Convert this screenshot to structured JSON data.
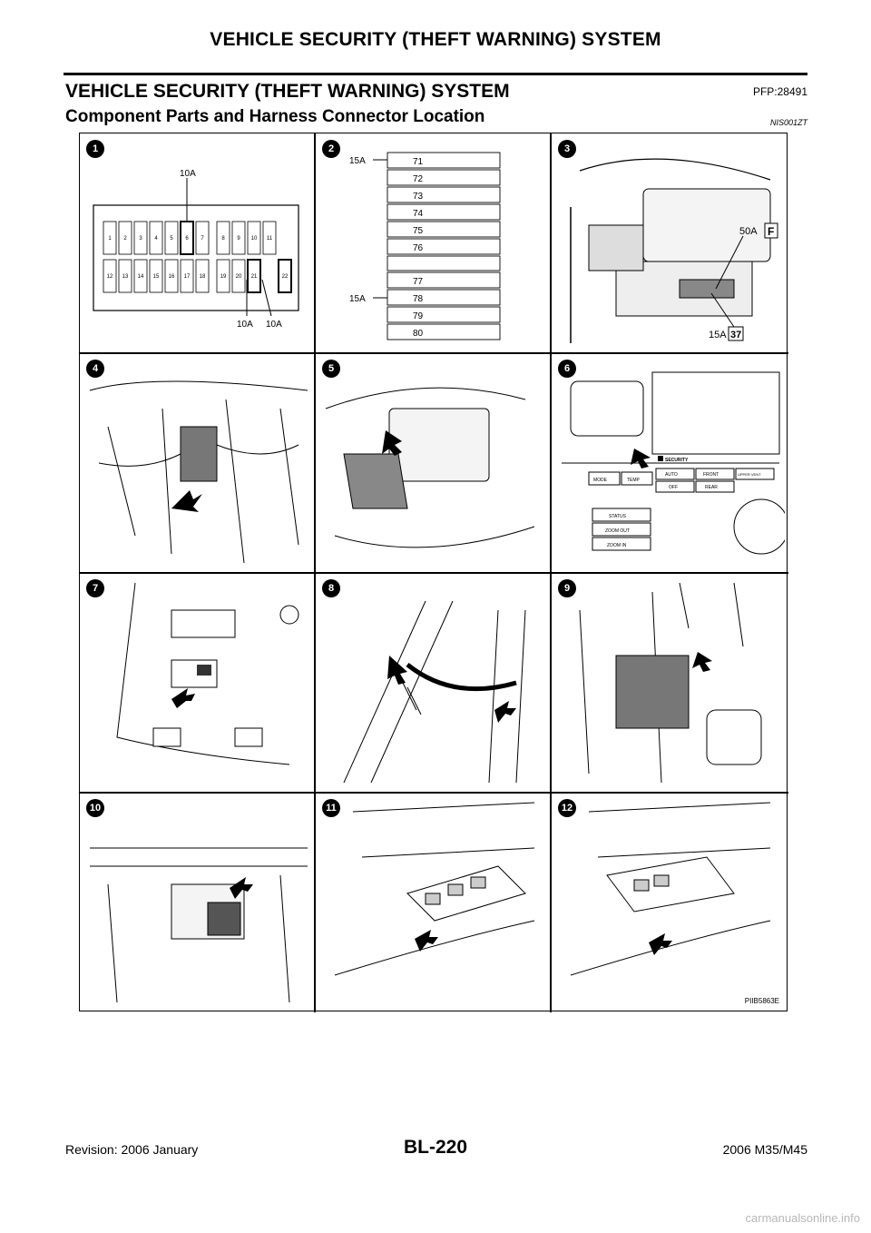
{
  "header": {
    "title": "VEHICLE SECURITY (THEFT WARNING) SYSTEM"
  },
  "section": {
    "title": "VEHICLE SECURITY (THEFT WARNING) SYSTEM",
    "code": "PFP:28491"
  },
  "subsection": {
    "title": "Component Parts and Harness Connector Location",
    "code": "NIS001ZT"
  },
  "figure": {
    "id": "PIIB5863E",
    "panels": [
      {
        "number": "1"
      },
      {
        "number": "2"
      },
      {
        "number": "3"
      },
      {
        "number": "4"
      },
      {
        "number": "5"
      },
      {
        "number": "6"
      },
      {
        "number": "7"
      },
      {
        "number": "8"
      },
      {
        "number": "9"
      },
      {
        "number": "10"
      },
      {
        "number": "11"
      },
      {
        "number": "12"
      }
    ],
    "fuse_panel_1": {
      "top_label": "10A",
      "bottom_labels": [
        "10A",
        "10A"
      ],
      "row1": [
        "1",
        "2",
        "3",
        "4",
        "5",
        "6",
        "7",
        "8",
        "9",
        "10",
        "11"
      ],
      "row2": [
        "12",
        "13",
        "14",
        "15",
        "16",
        "17",
        "18",
        "19",
        "20",
        "21",
        "22"
      ]
    },
    "fuse_panel_2": {
      "fuses": [
        "71",
        "72",
        "73",
        "74",
        "75",
        "76",
        "77",
        "78",
        "79",
        "80"
      ],
      "labels": [
        "15A",
        "15A"
      ]
    },
    "fuse_panel_3": {
      "label_50a": "50A",
      "label_f": "F",
      "label_15a": "15A",
      "label_37": "37"
    },
    "panel_6_buttons": {
      "security": "SECURITY",
      "mode": "MODE",
      "temp": "TEMP",
      "auto": "AUTO",
      "front": "FRONT",
      "upper_vent": "UPPER VENT",
      "off": "OFF",
      "rear": "REAR",
      "status": "STATUS",
      "zoom_out": "ZOOM OUT",
      "zoom_in": "ZOOM IN"
    }
  },
  "footer": {
    "revision": "Revision: 2006 January",
    "page": "BL-220",
    "model": "2006 M35/M45"
  },
  "watermark": "carmanualsonline.info"
}
